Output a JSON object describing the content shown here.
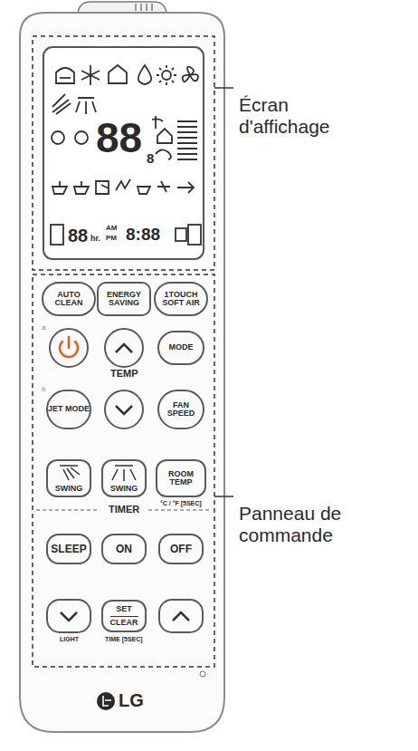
{
  "diagram": {
    "nodes": [
      {
        "text": [
          "AUTO CLEAN"
        ]
      },
      {
        "text": [
          "ENERGY SAVING"
        ]
      },
      {
        "text": [
          "1TOUCH SOFT AIR"
        ]
      },
      {
        "text": [
          "MODE"
        ]
      },
      {
        "text": [
          "JET MODE"
        ]
      },
      {
        "text": [
          "FAN SPEED"
        ]
      },
      {
        "text": [
          "SWING"
        ]
      },
      {
        "text": [
          "SWING"
        ]
      },
      {
        "text": [
          "ROOM TEMP"
        ]
      },
      {
        "text": [
          "SLEEP"
        ]
      },
      {
        "text": [
          "ON"
        ]
      },
      {
        "text": [
          "OFF"
        ]
      },
      {
        "text": [
          "SET",
          "CLEAR"
        ]
      }
    ],
    "labels": [
      "Écran d'affichage",
      "Panneau de commande",
      "88",
      "8",
      "88",
      "hr.",
      "AM",
      "PM",
      "8:88",
      "a",
      "TEMP",
      "b",
      "°C / °F [5SEC]",
      "TIMER",
      "LIGHT",
      "TIME [5SEC]",
      "LG"
    ]
  }
}
